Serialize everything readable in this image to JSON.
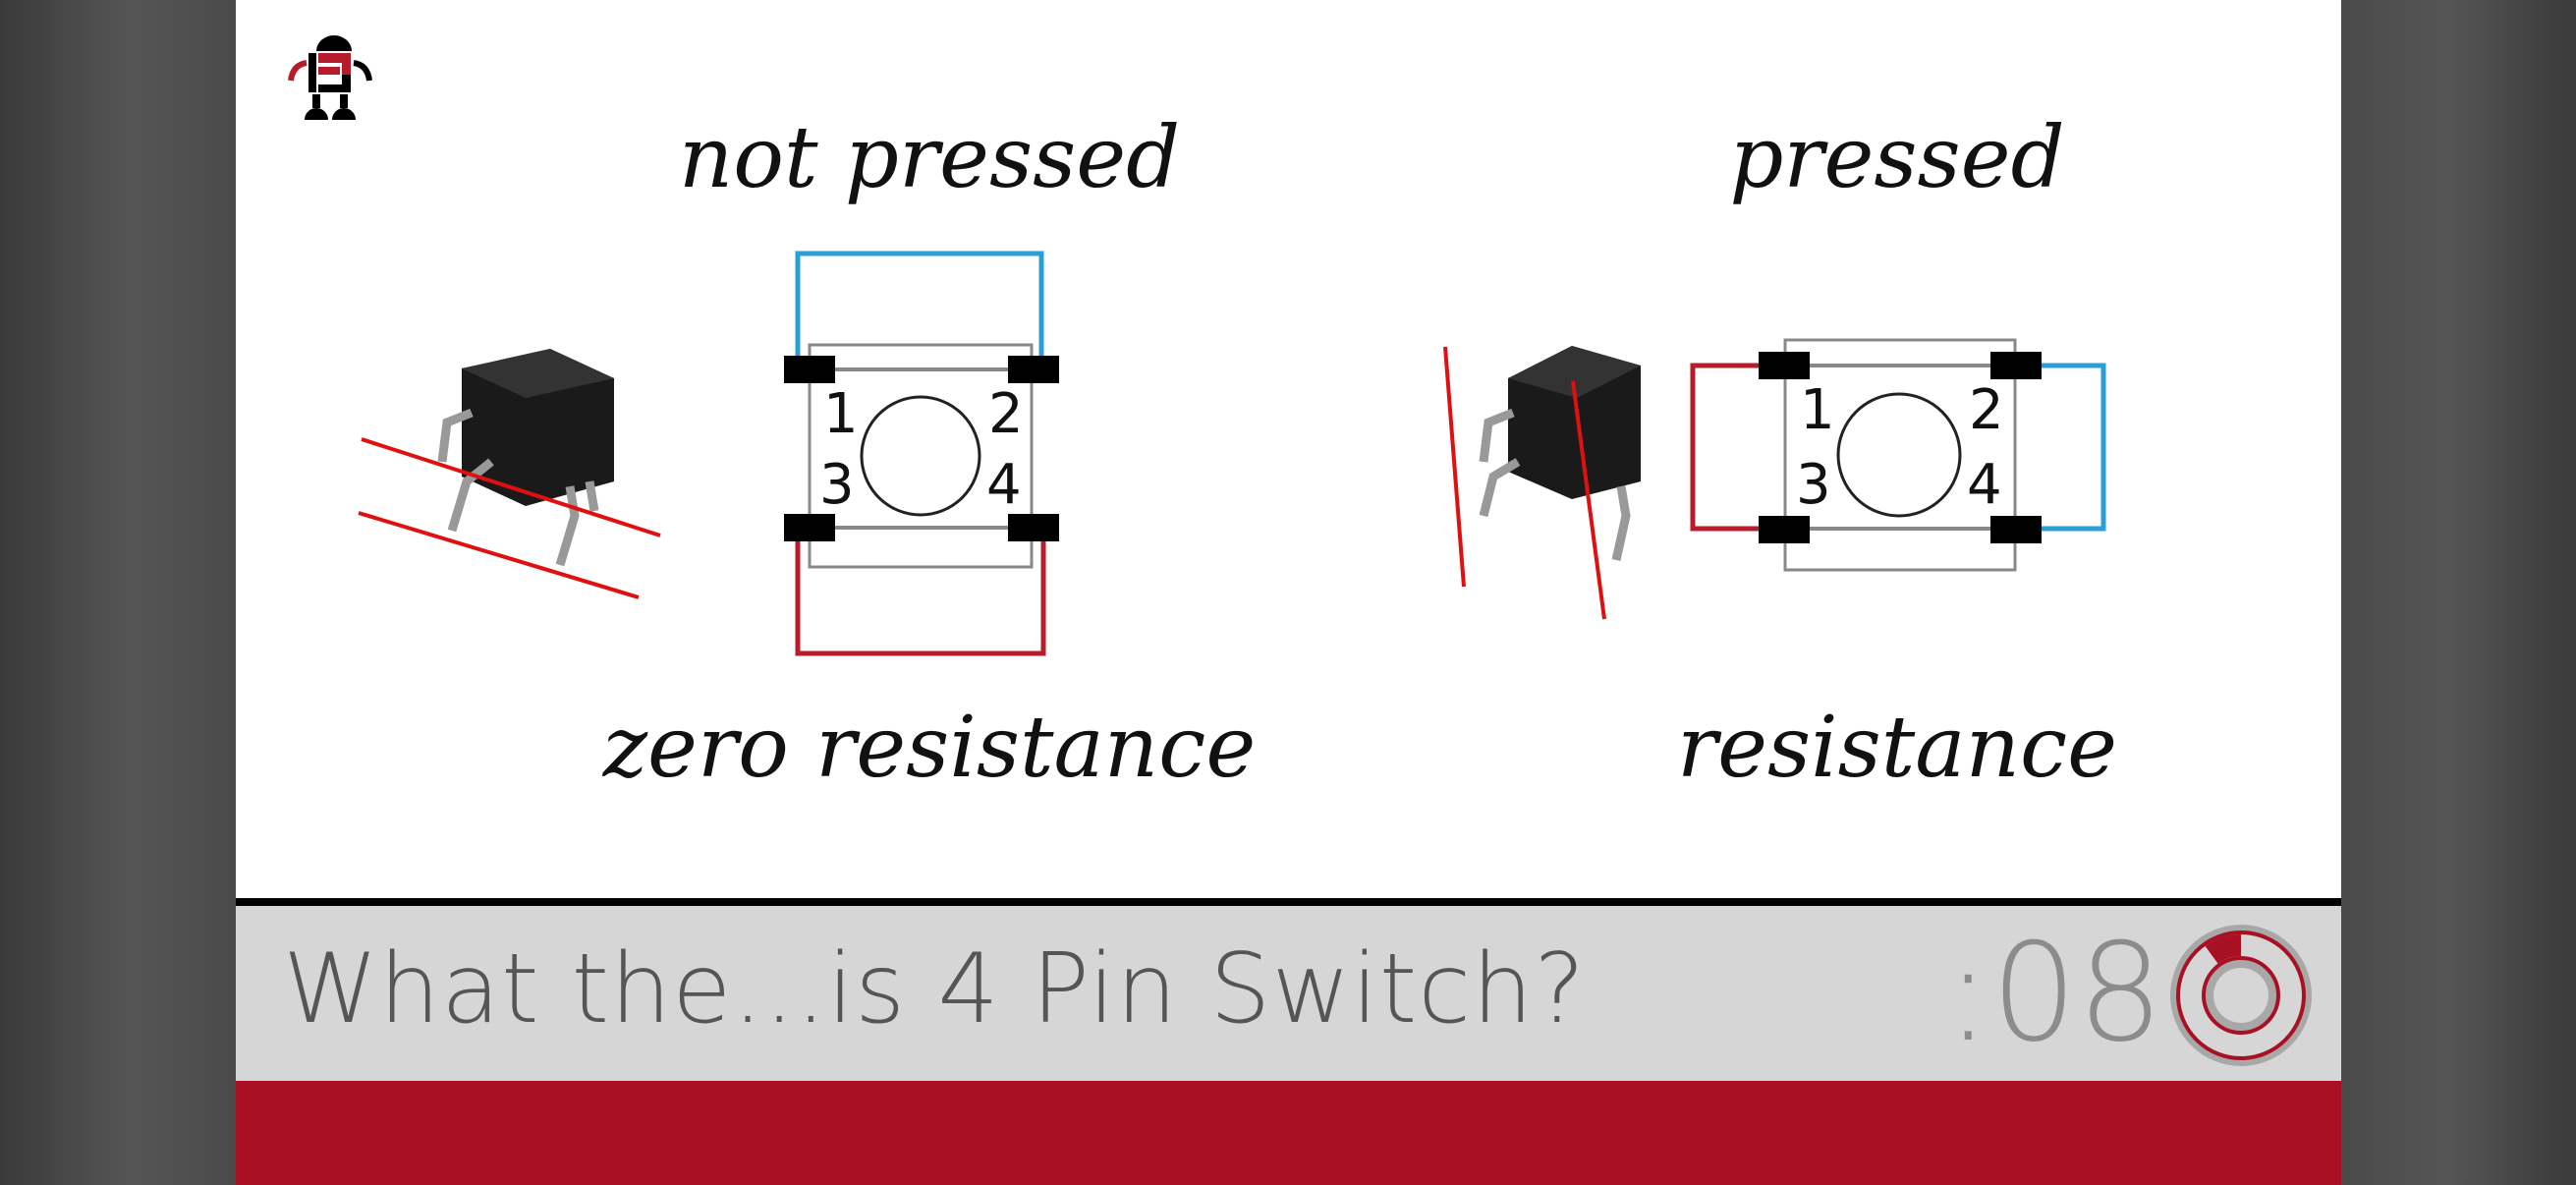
{
  "slide": {
    "left_panel": {
      "heading": "not pressed",
      "footer": "zero resistance",
      "pins": [
        "1",
        "2",
        "3",
        "4"
      ]
    },
    "right_panel": {
      "heading": "pressed",
      "footer": "resistance",
      "pins": [
        "1",
        "2",
        "3",
        "4"
      ]
    }
  },
  "caption": {
    "title": "What the...is 4 Pin Switch?",
    "timer": ":08",
    "timer_progress": 0.1
  },
  "colors": {
    "accent_red": "#a81124",
    "wire_blue": "#2a9fd6",
    "wire_red": "#b71c2b",
    "caption_bg": "#d6d6d6"
  }
}
